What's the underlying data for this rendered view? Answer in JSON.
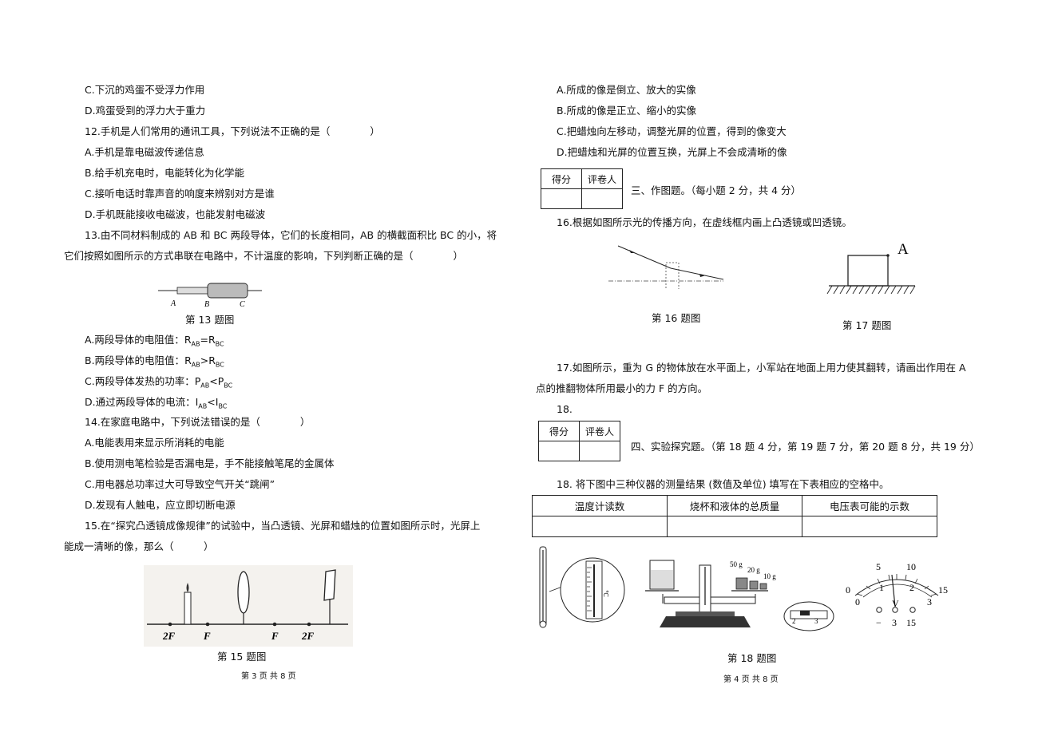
{
  "left": {
    "lines": [
      "C.下沉的鸡蛋不受浮力作用",
      "D.鸡蛋受到的浮力大于重力",
      "12.手机是人们常用的通讯工具，下列说法不正确的是（　　　　）",
      "A.手机是靠电磁波传递信息",
      "B.给手机充电时，电能转化为化学能",
      "C.接听电话时靠声音的响度来辨别对方是谁",
      "D.手机既能接收电磁波，也能发射电磁波",
      "13.由不同材料制成的 AB 和 BC 两段导体，它们的长度相同，AB 的横截面积比 BC 的小，将",
      "它们按照如图所示的方式串联在电路中，不计温度的影响，下列判断正确的是（　　　　）"
    ],
    "fig13": {
      "caption": "第 13 题图",
      "labels": [
        "A",
        "B",
        "C"
      ]
    },
    "q13_options": [
      {
        "prefix": "A.两段导体的电阻值：",
        "a": "R",
        "as": "AB",
        "op": "=",
        "b": "R",
        "bs": "BC"
      },
      {
        "prefix": "B.两段导体的电阻值：",
        "a": "R",
        "as": "AB",
        "op": ">",
        "b": "R",
        "bs": "BC"
      },
      {
        "prefix": "C.两段导体发热的功率：",
        "a": "P",
        "as": "AB",
        "op": "<",
        "b": "P",
        "bs": "BC"
      },
      {
        "prefix": "D.通过两段导体的电流：",
        "a": "I",
        "as": "AB",
        "op": "<",
        "b": "I",
        "bs": "BC"
      }
    ],
    "lines2": [
      "14.在家庭电路中，下列说法错误的是（　　　　）",
      "A.电能表用来显示所消耗的电能",
      "B.使用测电笔检验是否漏电是，手不能接触笔尾的金属体",
      "C.用电器总功率过大可导致空气开关“跳闸”",
      "D.发现有人触电，应立即切断电源",
      "15.在“探究凸透镜成像规律”的试验中，当凸透镜、光屏和蜡烛的位置如图所示时，光屏上",
      "能成一清晰的像，那么（　　　）"
    ],
    "fig15": {
      "caption": "第 15 题图",
      "labels": [
        "2F",
        "F",
        "F",
        "2F"
      ]
    },
    "footer": "第 3 页 共 8 页"
  },
  "right": {
    "lines": [
      "A.所成的像是倒立、放大的实像",
      "B.所成的像是正立、缩小的实像",
      "C.把蜡烛向左移动，调整光屏的位置，得到的像变大",
      "D.把蜡烛和光屏的位置互换，光屏上不会成清晰的像"
    ],
    "score_table1": [
      "得分",
      "评卷人"
    ],
    "section3": "三、作图题。（每小题 2 分，共 4 分）",
    "q16": "16.根据如图所示光的传播方向，在虚线框内画上凸透镜或凹透镜。",
    "fig16_caption": "第 16 题图",
    "fig17_caption": "第 17 题图",
    "fig17_label": "A",
    "q17_lines": [
      "17.如图所示，重为 G 的物体放在水平面上，小军站在地面上用力使其翻转，请画出作用在 A",
      "点的推翻物体所用最小的力 F 的方向。",
      "18."
    ],
    "score_table2": [
      "得分",
      "评卷人"
    ],
    "section4": "四、实验探究题。（第 18 题 4 分，第 19 题 7 分，第 20 题 8 分，共 19 分）",
    "q18": "18.  将下图中三种仪器的测量结果 (数值及单位) 填写在下表相应的空格中。",
    "result_headers": [
      "温度计读数",
      "烧杯和液体的总质量",
      "电压表可能的示数"
    ],
    "fig18": {
      "caption": "第 18 题图",
      "weights": [
        "50 g",
        "20 g",
        "10 g"
      ],
      "rider_labels": [
        "2",
        "3"
      ],
      "scale_numbers": [
        "0",
        "5",
        "10",
        "15",
        "0",
        "1",
        "2",
        "3"
      ],
      "meter_unit": "V",
      "terminals": [
        "−",
        "3",
        "15"
      ]
    },
    "footer": "第 4 页 共 8 页"
  }
}
